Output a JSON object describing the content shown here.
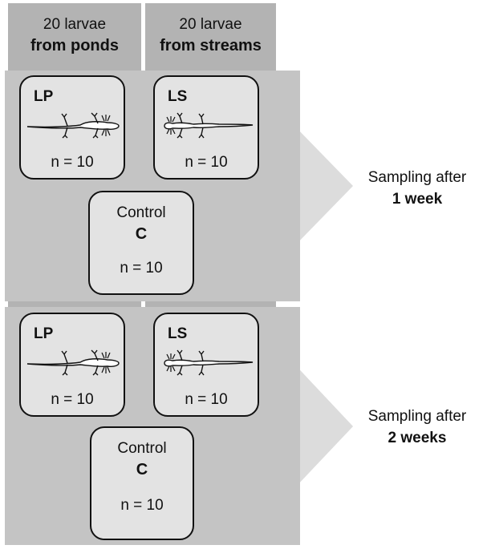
{
  "columns": [
    {
      "count_line": "20 larvae",
      "source_line": "from ponds"
    },
    {
      "count_line": "20 larvae",
      "source_line": "from streams"
    }
  ],
  "periods": [
    {
      "pond_group": {
        "code": "LP",
        "n": "n = 10"
      },
      "stream_group": {
        "code": "LS",
        "n": "n = 10"
      },
      "control": {
        "title": "Control",
        "code": "C",
        "n": "n = 10"
      },
      "sampling_line": "Sampling after",
      "sampling_time": "1 week"
    },
    {
      "pond_group": {
        "code": "LP",
        "n": "n = 10"
      },
      "stream_group": {
        "code": "LS",
        "n": "n = 10"
      },
      "control": {
        "title": "Control",
        "code": "C",
        "n": "n = 10"
      },
      "sampling_line": "Sampling after",
      "sampling_time": "2 weeks"
    }
  ],
  "colors": {
    "column": "#b3b3b3",
    "band": "#c4c4c4",
    "box": "#e3e3e3",
    "outline": "#111111",
    "wedge": "#dcdcdc"
  },
  "icons": [
    "pond-larva-icon",
    "stream-larva-icon"
  ]
}
